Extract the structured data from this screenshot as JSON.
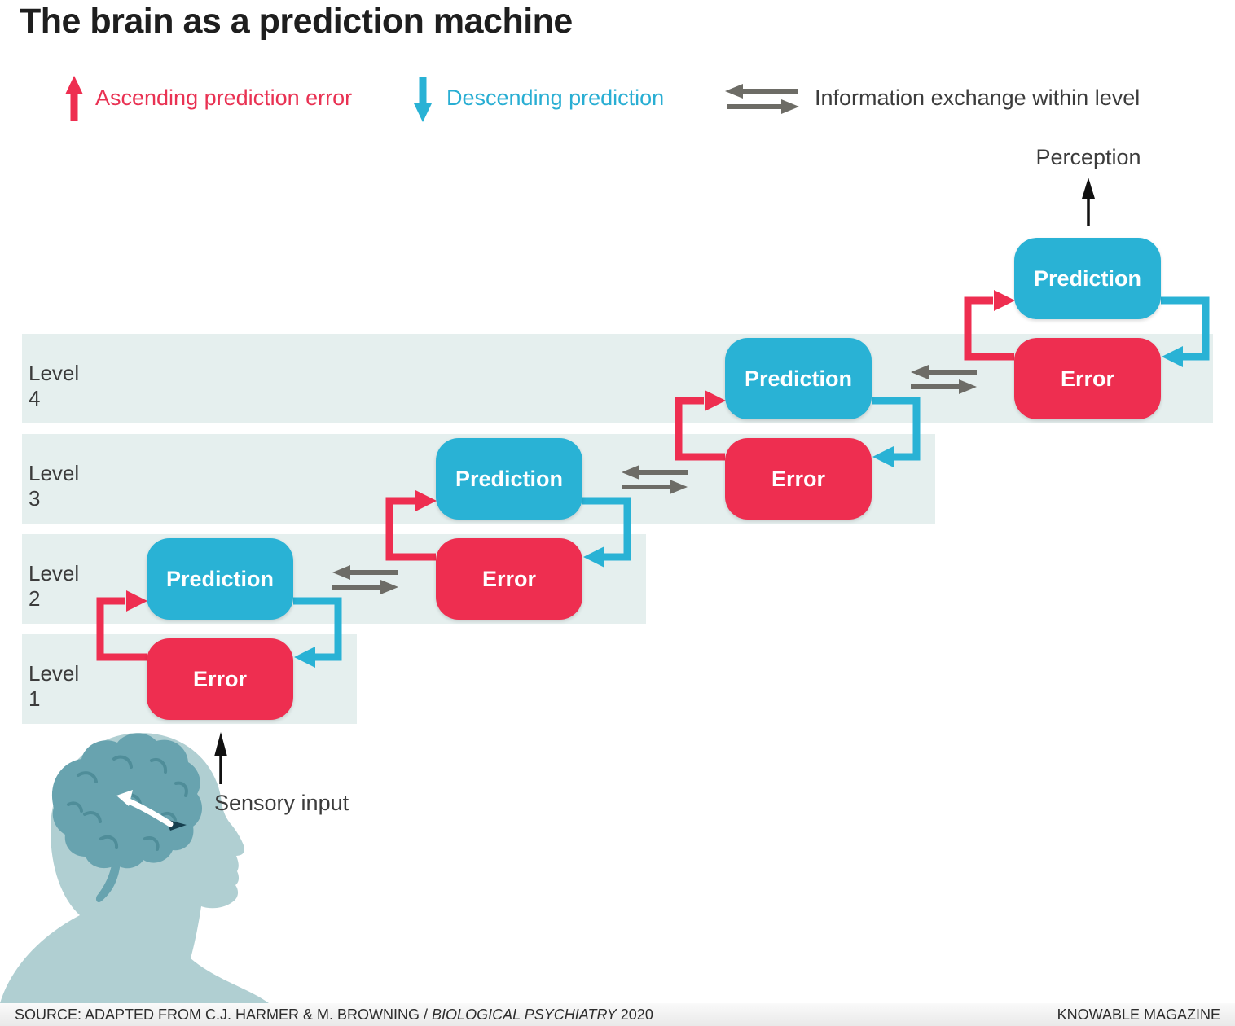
{
  "title": "The brain as a prediction machine",
  "legend": {
    "ascending_label": "Ascending prediction error",
    "descending_label": "Descending prediction",
    "exchange_label": "Information exchange within level"
  },
  "annotations": {
    "perception": "Perception",
    "sensory_input": "Sensory input"
  },
  "box_labels": {
    "prediction": "Prediction",
    "error": "Error"
  },
  "levels": [
    {
      "word": "Level",
      "num": "4"
    },
    {
      "word": "Level",
      "num": "3"
    },
    {
      "word": "Level",
      "num": "2"
    },
    {
      "word": "Level",
      "num": "1"
    }
  ],
  "footer": {
    "source_prefix": "SOURCE: ADAPTED FROM C.J. HARMER & M. BROWNING / ",
    "source_journal": "BIOLOGICAL PSYCHIATRY",
    "source_year": " 2020",
    "credit": "KNOWABLE MAGAZINE"
  },
  "colors": {
    "ascending_red": "#ee2e50",
    "descending_blue": "#29b2d5",
    "exchange_gray": "#6d6c66",
    "level_band": "#e5efee",
    "head_silhouette": "#b0cfd2",
    "brain": "#68a3af",
    "black_arrow": "#111111"
  }
}
